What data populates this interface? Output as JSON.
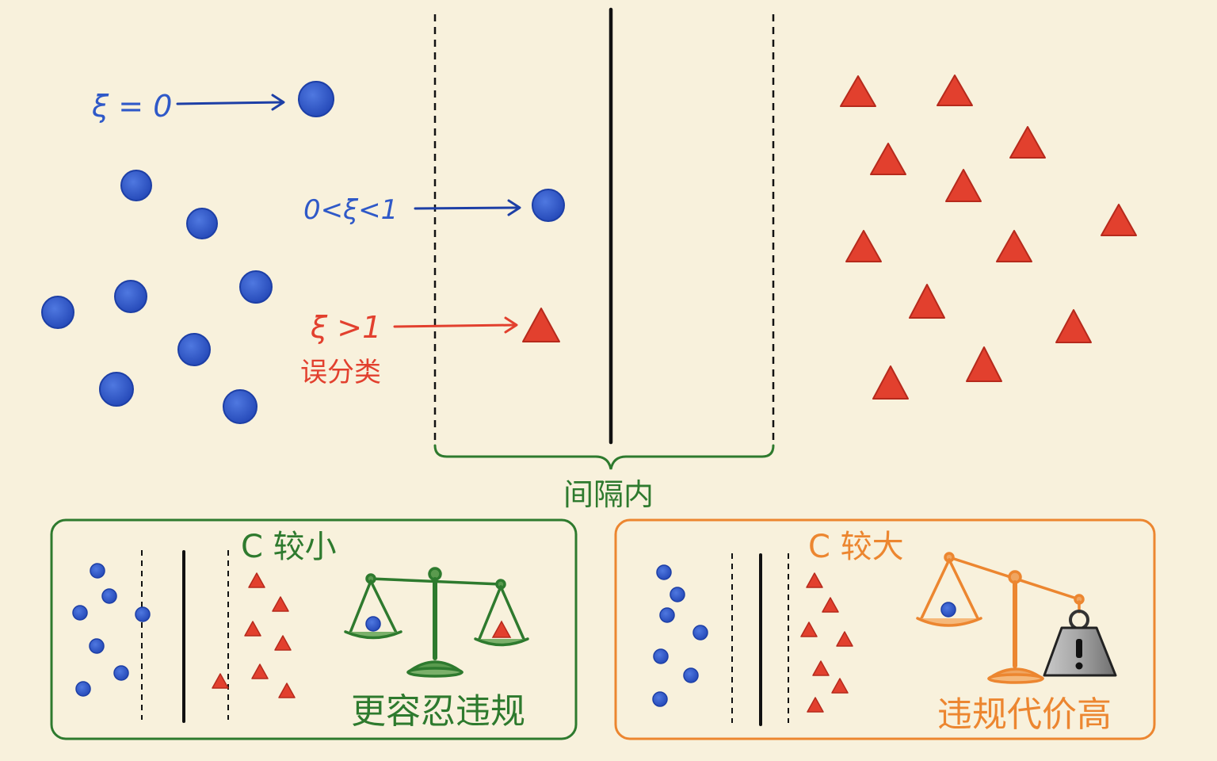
{
  "colors": {
    "background": "#f8f1dc",
    "blue": "#2f59c8",
    "blue_dark": "#1d3fa6",
    "red": "#e2402e",
    "red_dark": "#b62a1c",
    "green": "#2e7a2e",
    "orange": "#ec8630",
    "ink": "#111111",
    "weight_gray": "#9a9a9a"
  },
  "main": {
    "annotations": {
      "xi_zero": "ξ = 0",
      "xi_between": "0<ξ<1",
      "xi_greater": "ξ >1",
      "misclassified": "误分类"
    },
    "margin_label": "间隔内"
  },
  "panels": {
    "small_c": {
      "title": "C 较小",
      "caption": "更容忍违规"
    },
    "large_c": {
      "title": "C 较大",
      "caption": "违规代价高"
    }
  },
  "icons": {
    "balanced_scale": "balance-scale-icon",
    "tilted_scale": "tilted-scale-icon",
    "weight": "weight-icon",
    "exclamation": "exclamation-icon"
  }
}
